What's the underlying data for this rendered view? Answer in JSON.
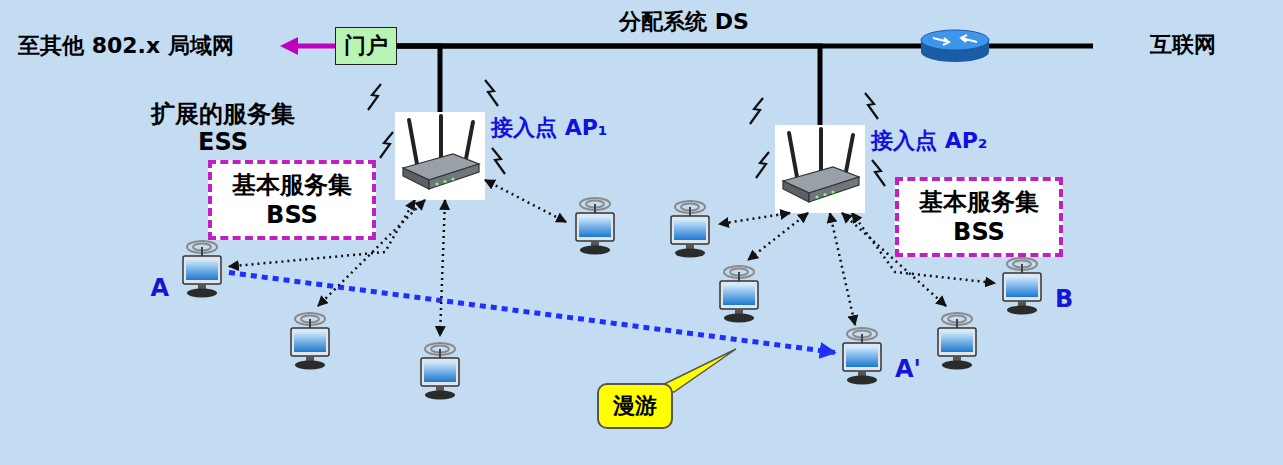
{
  "diagram": {
    "nodes": [
      {
        "text": [
          "门户"
        ]
      },
      {
        "text": [
          "互联网"
        ]
      },
      {
        "text": [
          "扩展的服务集 ESS"
        ]
      },
      {
        "text": [
          "基本服务集 BSS"
        ],
        "in": 2
      },
      {
        "text": [
          "接入点 AP₁"
        ],
        "in": 2
      },
      {
        "text": [
          "接入点 AP₂"
        ],
        "in": 2
      },
      {
        "text": [
          "基本服务集 BSS"
        ],
        "in": 2
      },
      {
        "text": [
          "A"
        ],
        "in": 3
      },
      {
        "text": [
          "A'"
        ],
        "in": 6
      },
      {
        "text": [
          "B"
        ],
        "in": 6
      },
      {
        "text": [
          "漫游"
        ],
        "in": 2
      }
    ],
    "edges": [
      {
        "from": 0,
        "to": 1,
        "arrow": "none"
      },
      {
        "from": 0,
        "to": 4,
        "arrow": "none"
      },
      {
        "from": 0,
        "to": 5,
        "arrow": "none"
      },
      {
        "from": 4,
        "to": 7,
        "arrow": "both"
      },
      {
        "from": 5,
        "to": 8,
        "arrow": "both"
      },
      {
        "from": 5,
        "to": 9,
        "arrow": "both"
      },
      {
        "from": 7,
        "to": 8,
        "arrow": "to"
      }
    ],
    "labels": [
      "至其他 802.x 局域网",
      "分配系统 DS"
    ]
  }
}
